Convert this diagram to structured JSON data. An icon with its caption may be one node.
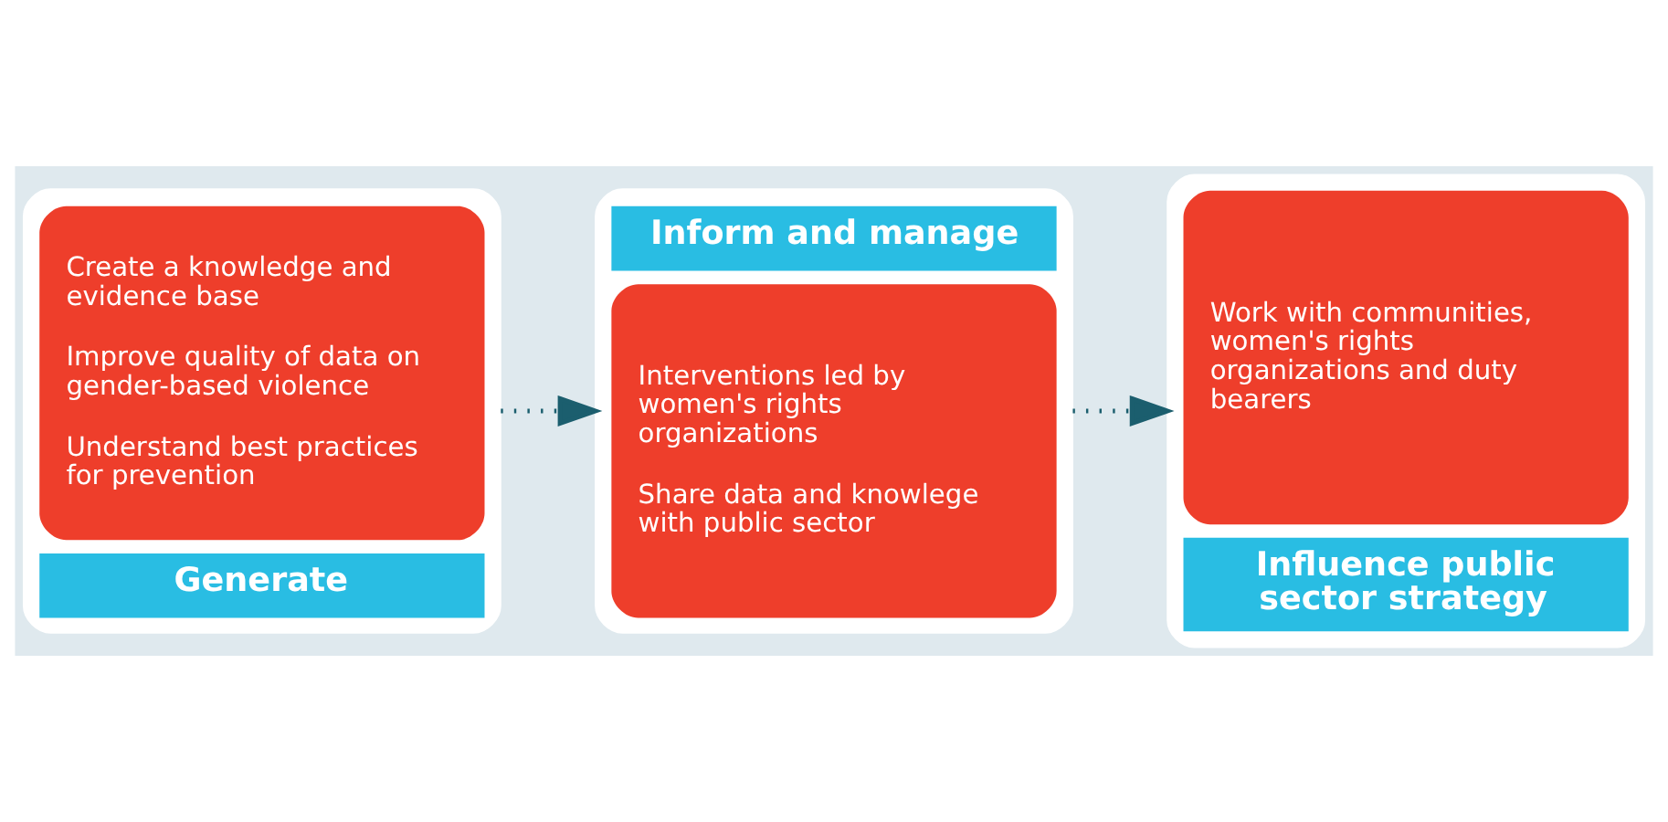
{
  "diagram": {
    "nodes": [
      {
        "text": [
          "Create a knowledge and evidence base",
          "Improve quality of data on gender-based violence",
          "Understand best practices for prevention",
          "Generate"
        ]
      },
      {
        "text": [
          "Inform and manage",
          "Interventions led by women's rights organizations",
          "Share data and knowlege with public sector"
        ]
      },
      {
        "text": [
          "Work with communities, women's rights organizations and duty bearers",
          "Influence public sector strategy"
        ]
      }
    ],
    "edges": [
      {
        "from": 0,
        "to": 1,
        "arrow": "to"
      },
      {
        "from": 1,
        "to": 2,
        "arrow": "to"
      }
    ]
  }
}
